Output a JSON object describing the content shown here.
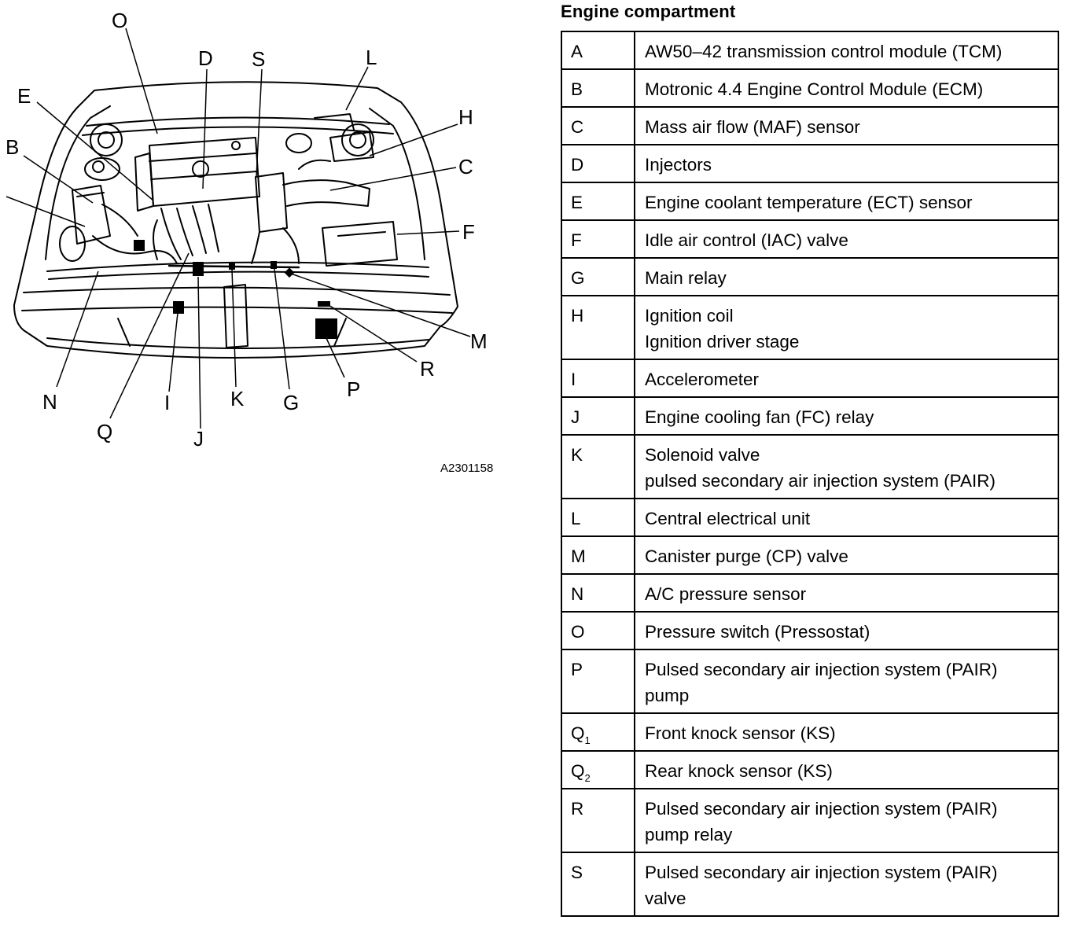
{
  "figure": {
    "id": "A2301158",
    "callouts": [
      "O",
      "D",
      "S",
      "L",
      "E",
      "H",
      "B",
      "C",
      "F",
      "M",
      "R",
      "P",
      "N",
      "I",
      "K",
      "G",
      "Q",
      "J"
    ]
  },
  "table": {
    "title": "Engine compartment",
    "rows": [
      {
        "code": "A",
        "lines": [
          "AW50–42 transmission control module (TCM)"
        ]
      },
      {
        "code": "B",
        "lines": [
          "Motronic 4.4 Engine Control Module (ECM)"
        ]
      },
      {
        "code": "C",
        "lines": [
          "Mass air flow (MAF) sensor"
        ]
      },
      {
        "code": "D",
        "lines": [
          "Injectors"
        ]
      },
      {
        "code": "E",
        "lines": [
          "Engine coolant temperature (ECT) sensor"
        ]
      },
      {
        "code": "F",
        "lines": [
          "Idle air control (IAC) valve"
        ]
      },
      {
        "code": "G",
        "lines": [
          "Main relay"
        ]
      },
      {
        "code": "H",
        "lines": [
          "Ignition coil",
          "Ignition driver stage"
        ]
      },
      {
        "code": "I",
        "lines": [
          "Accelerometer"
        ]
      },
      {
        "code": "J",
        "lines": [
          "Engine cooling fan (FC) relay"
        ]
      },
      {
        "code": "K",
        "lines": [
          "Solenoid valve",
          "pulsed secondary air injection system (PAIR)"
        ]
      },
      {
        "code": "L",
        "lines": [
          "Central electrical unit"
        ]
      },
      {
        "code": "M",
        "lines": [
          "Canister purge (CP) valve"
        ]
      },
      {
        "code": "N",
        "lines": [
          "A/C pressure sensor"
        ]
      },
      {
        "code": "O",
        "lines": [
          "Pressure switch (Pressostat)"
        ]
      },
      {
        "code": "P",
        "lines": [
          "Pulsed secondary air injection system (PAIR)",
          "pump"
        ]
      },
      {
        "code": "Q",
        "sub": "1",
        "lines": [
          "Front knock sensor (KS)"
        ]
      },
      {
        "code": "Q",
        "sub": "2",
        "lines": [
          "Rear knock sensor (KS)"
        ]
      },
      {
        "code": "R",
        "lines": [
          "Pulsed secondary air injection system (PAIR)",
          "pump relay"
        ]
      },
      {
        "code": "S",
        "lines": [
          "Pulsed secondary air injection system (PAIR)",
          "valve"
        ]
      }
    ]
  }
}
